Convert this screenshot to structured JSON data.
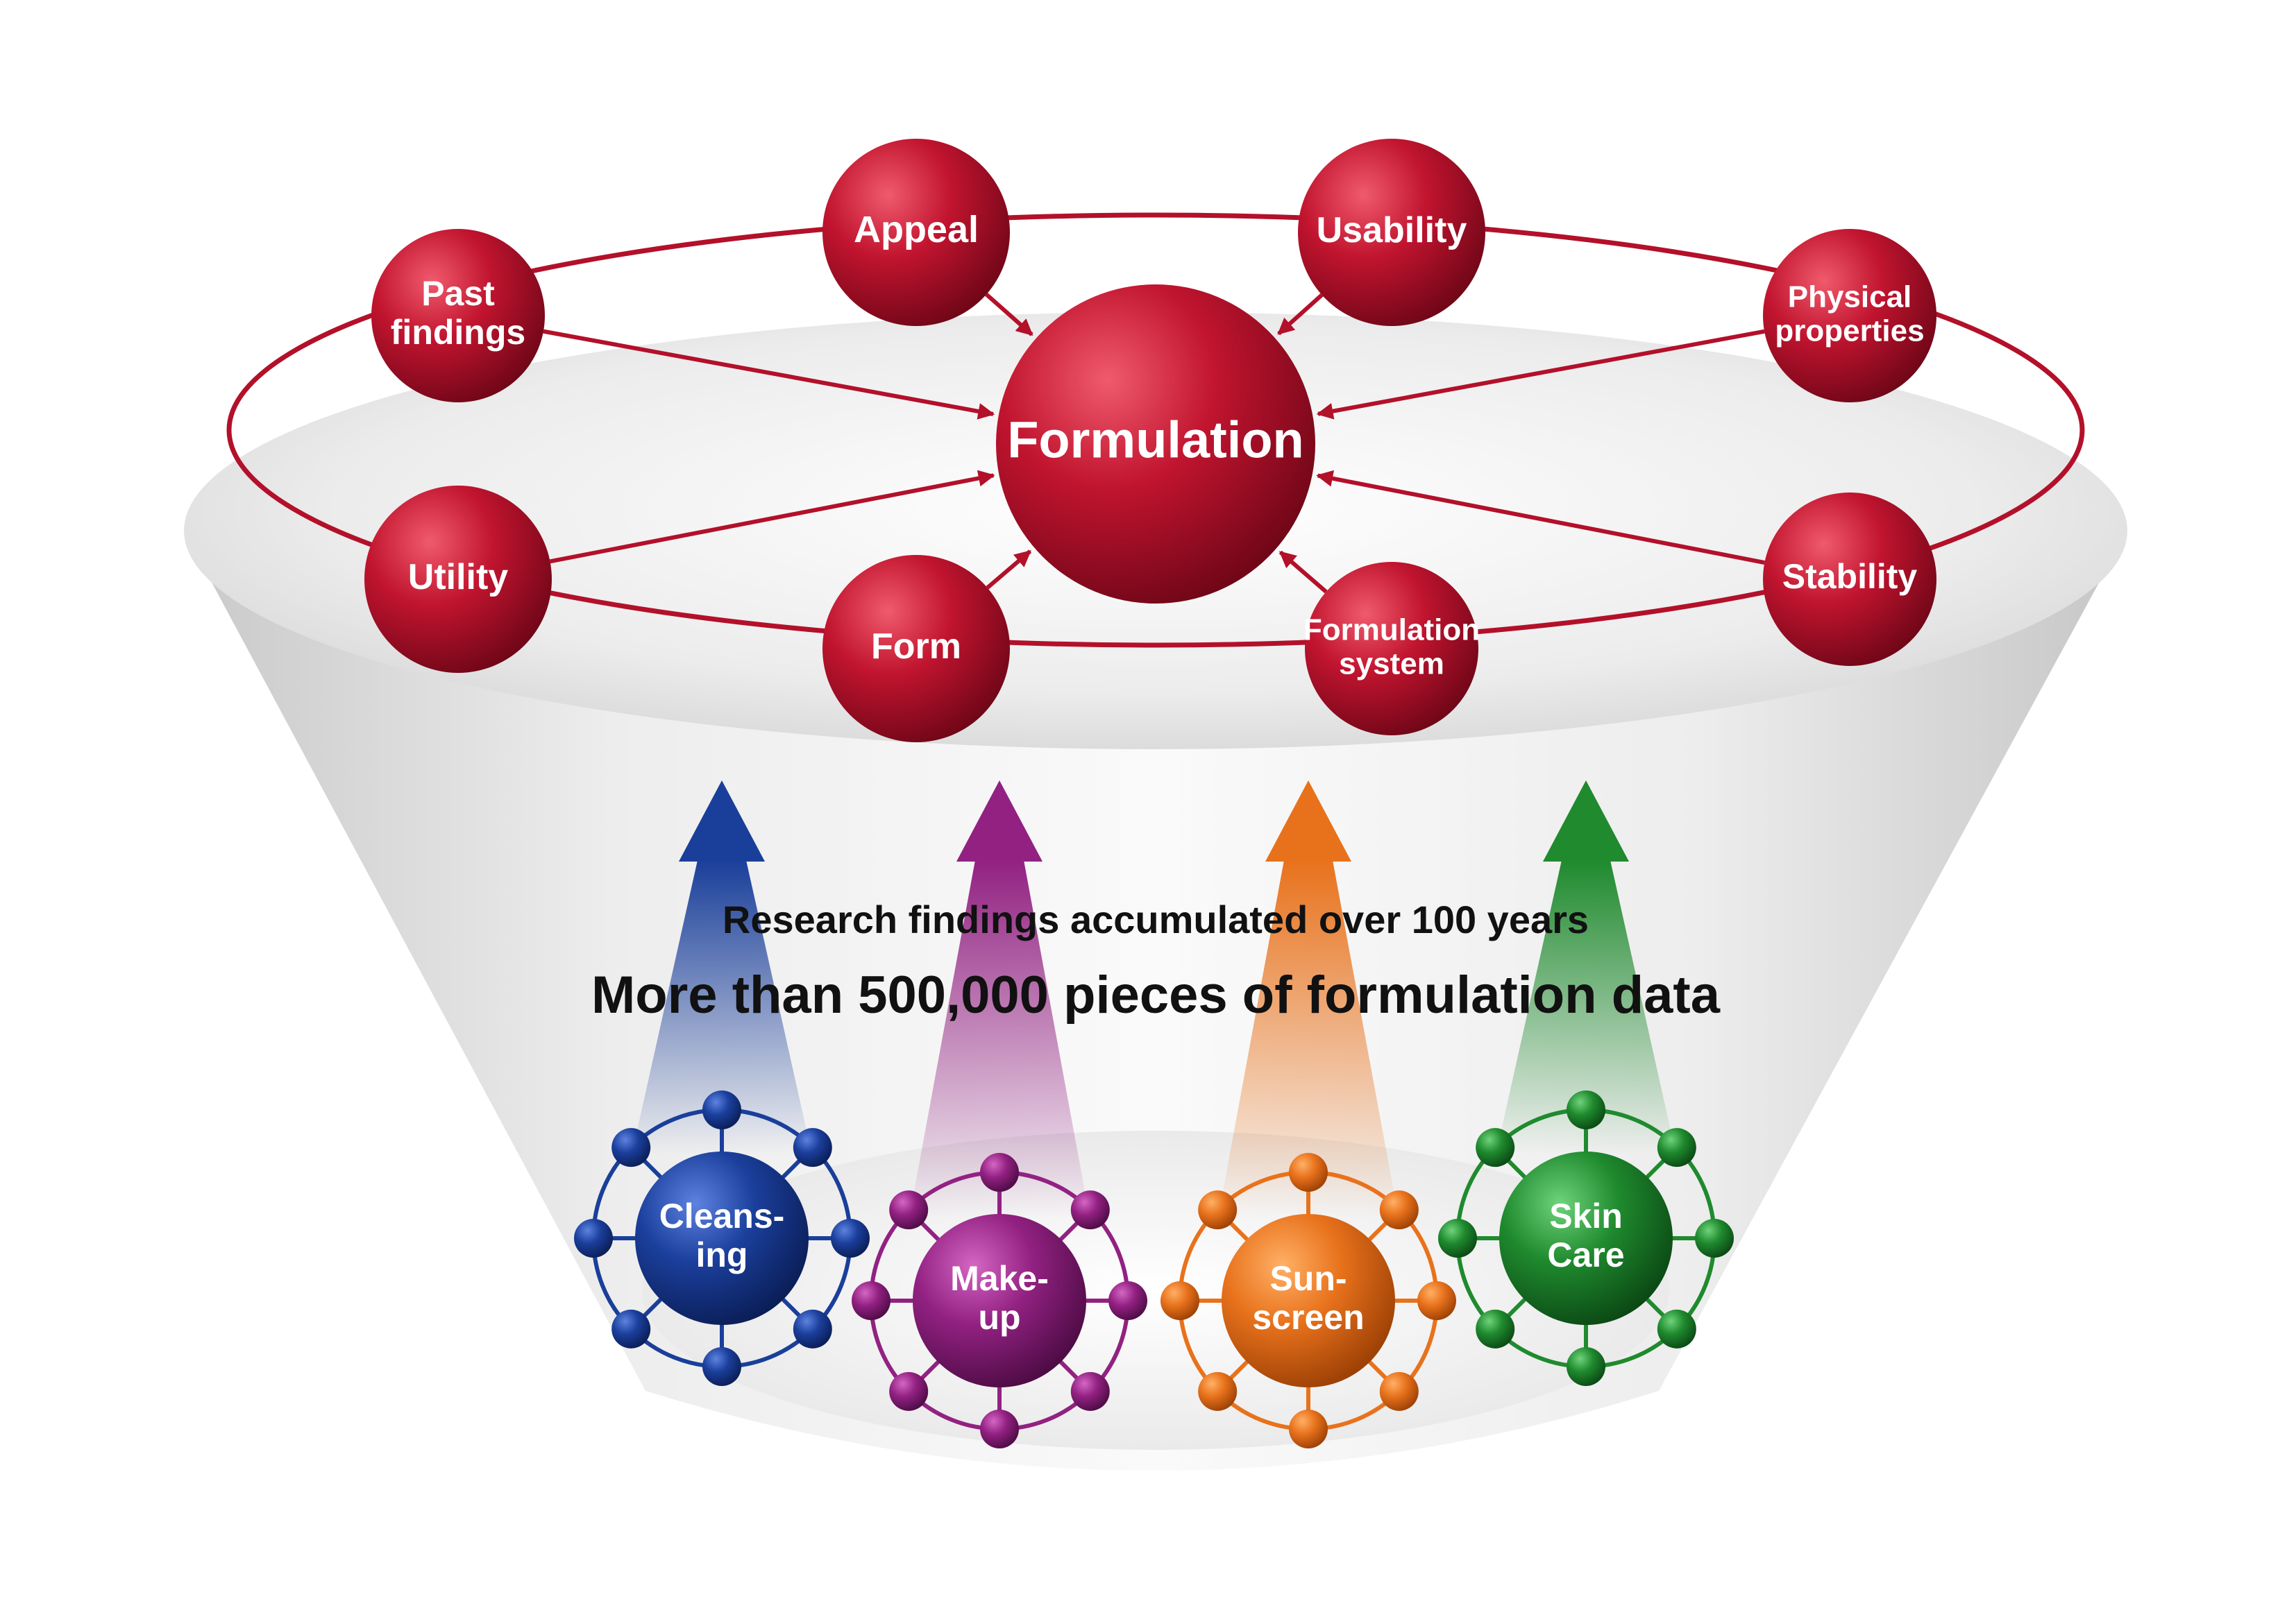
{
  "colors": {
    "red": "#b3102a",
    "cleansing": "#1a3f9a",
    "makeup": "#922182",
    "sunscreen": "#e8721c",
    "skincare": "#1f8a2e"
  },
  "center_node": {
    "label": "Formulation"
  },
  "ring_nodes": [
    {
      "id": "past-findings",
      "lines": [
        "Past",
        "findings"
      ]
    },
    {
      "id": "appeal",
      "lines": [
        "Appeal"
      ]
    },
    {
      "id": "usability",
      "lines": [
        "Usability"
      ]
    },
    {
      "id": "physical-properties",
      "lines": [
        "Physical",
        "properties"
      ]
    },
    {
      "id": "utility",
      "lines": [
        "Utility"
      ]
    },
    {
      "id": "form",
      "lines": [
        "Form"
      ]
    },
    {
      "id": "formulation-system",
      "lines": [
        "Formulation",
        "system"
      ]
    },
    {
      "id": "stability",
      "lines": [
        "Stability"
      ]
    }
  ],
  "headline": {
    "subtitle": "Research findings accumulated over 100 years",
    "title": "More than 500,000 pieces of formulation data"
  },
  "categories": [
    {
      "id": "cleansing",
      "lines": [
        "Cleans-",
        "ing"
      ],
      "color_key": "cleansing",
      "icon": "molecule-icon"
    },
    {
      "id": "makeup",
      "lines": [
        "Make-",
        "up"
      ],
      "color_key": "makeup",
      "icon": "molecule-icon"
    },
    {
      "id": "sunscreen",
      "lines": [
        "Sun-",
        "screen"
      ],
      "color_key": "sunscreen",
      "icon": "molecule-icon"
    },
    {
      "id": "skincare",
      "lines": [
        "Skin",
        "Care"
      ],
      "color_key": "skincare",
      "icon": "molecule-icon"
    }
  ]
}
